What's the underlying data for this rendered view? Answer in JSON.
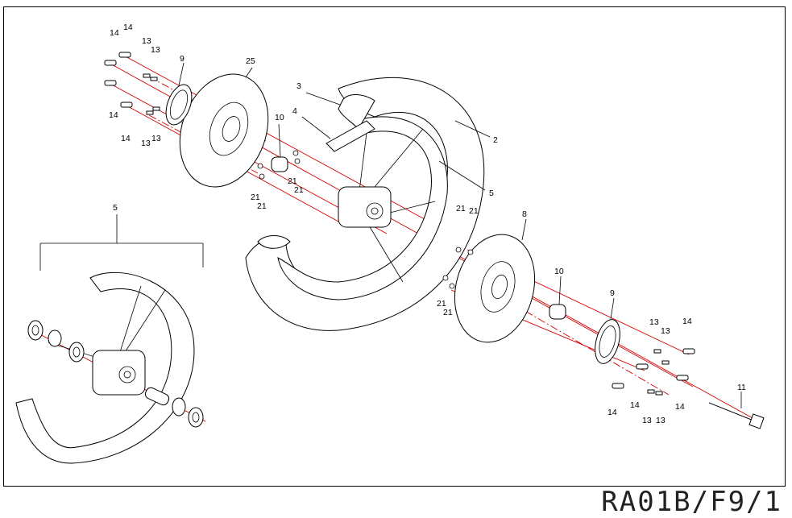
{
  "drawing_code": "RA01B/F9/1",
  "labels": {
    "l14a": "14",
    "l14b": "14",
    "l14c": "14",
    "l14d": "14",
    "l13a": "13",
    "l13b": "13",
    "l13c": "13",
    "l13d": "13",
    "l9a": "9",
    "l25": "25",
    "l3": "3",
    "l4": "4",
    "l10a": "10",
    "l21a": "21",
    "l21b": "21",
    "l21c": "21",
    "l21d": "21",
    "l2": "2",
    "l5a": "5",
    "l5b": "5",
    "l21e": "21",
    "l21f": "21",
    "l8": "8",
    "l10b": "10",
    "l21g": "21",
    "l21h": "21",
    "l9b": "9",
    "l13e": "13",
    "l13f": "13",
    "l14e": "14",
    "l14f": "14",
    "l14g": "14",
    "l14h": "14",
    "l13g": "13",
    "l13h": "13",
    "l11": "11"
  }
}
